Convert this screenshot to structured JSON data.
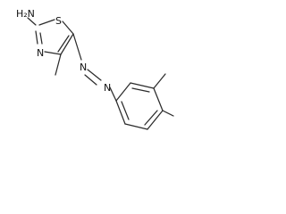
{
  "molecule": {
    "atom_labels": {
      "amine": "H₂N",
      "sulfur": "S",
      "ring_nitrogen": "N",
      "azo_nitrogen_1": "N",
      "azo_nitrogen_2": "N"
    }
  },
  "colors": {
    "bond": "#2b2b2b",
    "text": "#111111",
    "background": "#ffffff"
  }
}
